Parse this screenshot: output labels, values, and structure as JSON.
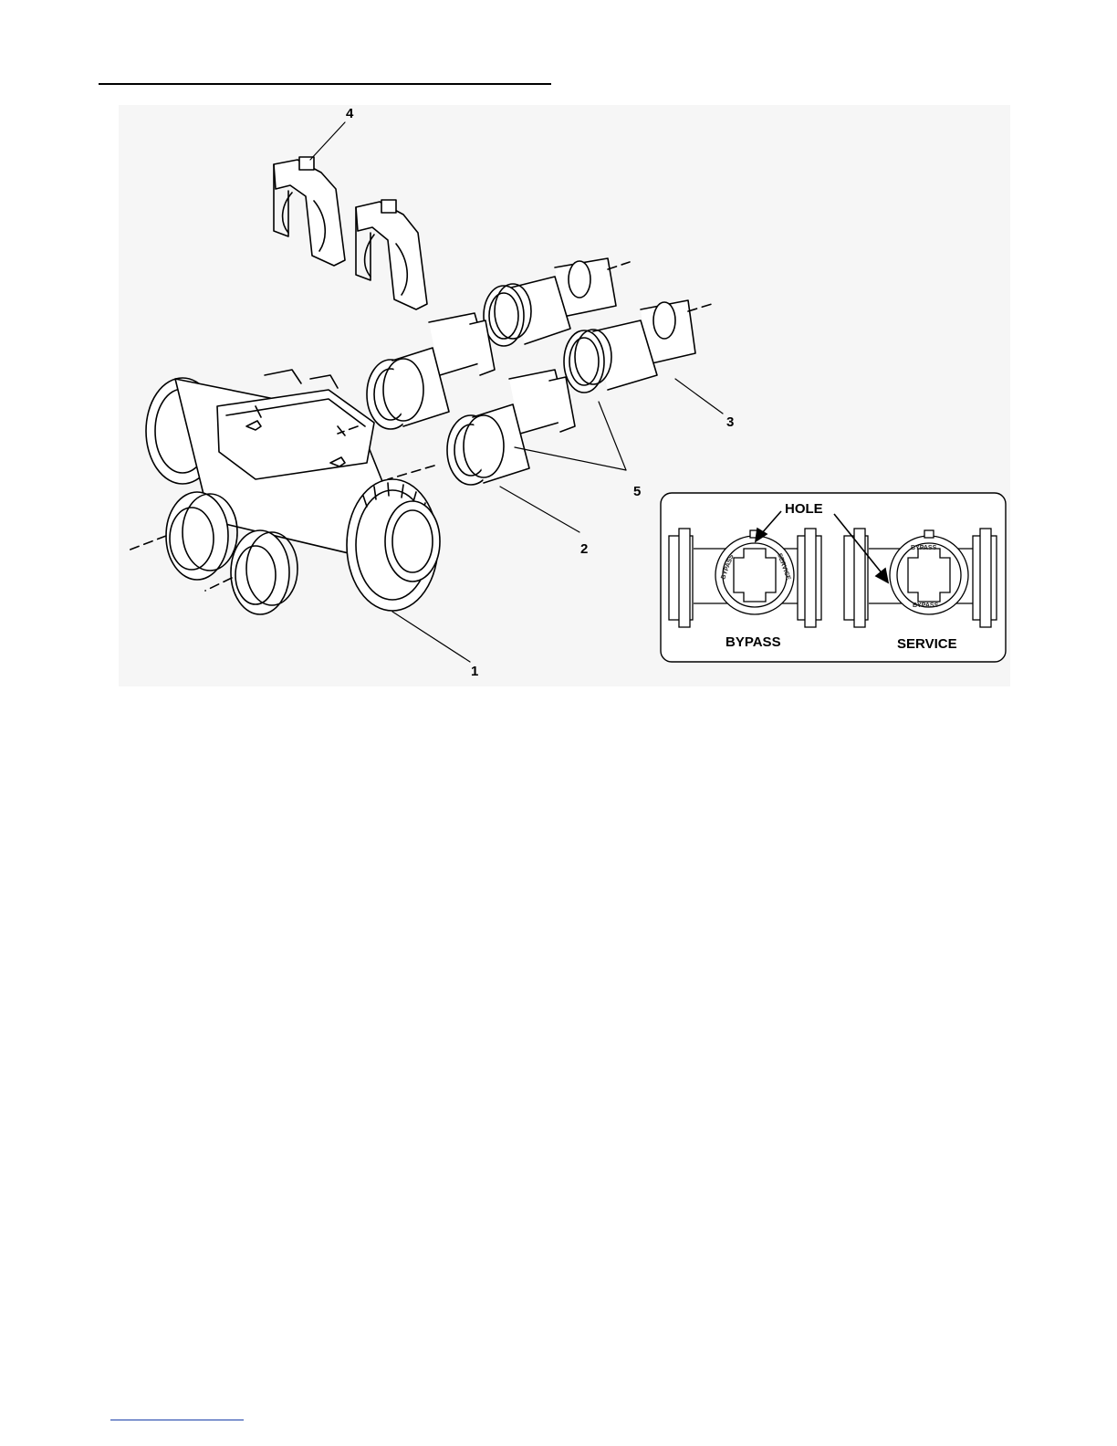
{
  "figure": {
    "callouts": [
      {
        "id": "1",
        "label": "1"
      },
      {
        "id": "2",
        "label": "2"
      },
      {
        "id": "3",
        "label": "3"
      },
      {
        "id": "4",
        "label": "4"
      },
      {
        "id": "5",
        "label": "5"
      }
    ],
    "inset": {
      "hole_label": "HOLE",
      "bypass_label": "BYPASS",
      "service_label": "SERVICE",
      "ring_text_bypass": "BYPASS",
      "ring_text_service": "SERVICE"
    }
  }
}
